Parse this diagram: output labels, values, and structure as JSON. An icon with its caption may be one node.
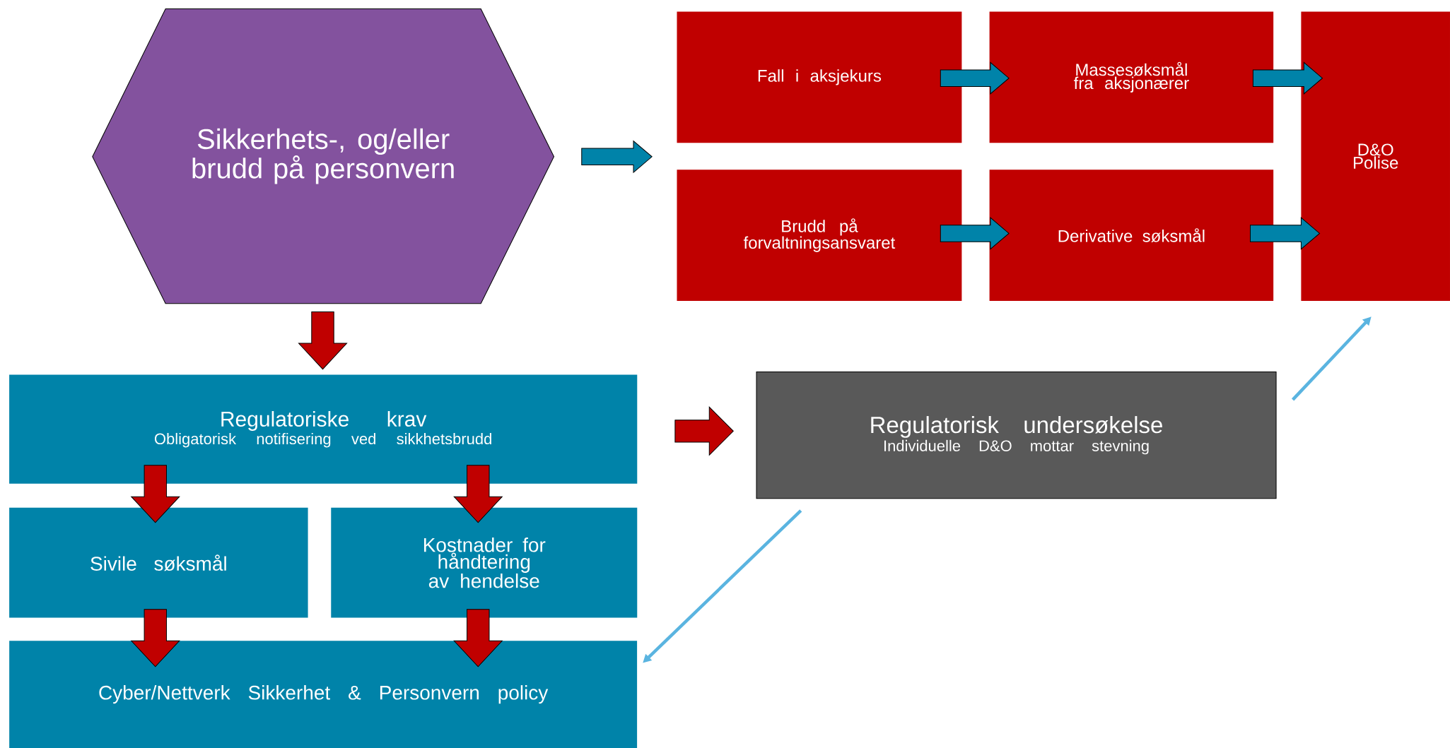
{
  "diagram": {
    "nodes": [
      {
        "text": [
          "Sikkerhets-, og/eller brudd på personvern"
        ]
      },
      {
        "text": [
          "Fall i aksjekurs"
        ]
      },
      {
        "text": [
          "Massesøksmål fra aksjonærer"
        ]
      },
      {
        "text": [
          "D&O Polise"
        ]
      },
      {
        "text": [
          "Brudd på forvaltningsansvaret"
        ]
      },
      {
        "text": [
          "Derivative søksmål"
        ]
      },
      {
        "text": [
          "Regulatoriske krav",
          "Obligatorisk notifisering ved sikkhetsbrudd"
        ]
      },
      {
        "text": [
          "Regulatorisk undersøkelse",
          "Individuelle D&O mottar stevning"
        ]
      },
      {
        "text": [
          "Sivile søksmål"
        ]
      },
      {
        "text": [
          "Kostnader for håndtering av hendelse"
        ]
      },
      {
        "text": [
          "Cyber/Nettverk Sikkerhet & Personvern policy"
        ]
      }
    ],
    "edges": [
      {
        "from": 0,
        "to": null,
        "arrow": "to",
        "style": "thick",
        "color": "#0083a9"
      },
      {
        "from": 1,
        "to": 2,
        "arrow": "to",
        "style": "thick",
        "color": "#0083a9"
      },
      {
        "from": 2,
        "to": 3,
        "arrow": "to",
        "style": "thick",
        "color": "#0083a9"
      },
      {
        "from": 4,
        "to": 5,
        "arrow": "to",
        "style": "thick",
        "color": "#0083a9"
      },
      {
        "from": 5,
        "to": 3,
        "arrow": "to",
        "style": "thick",
        "color": "#0083a9"
      },
      {
        "from": 0,
        "to": 6,
        "arrow": "to",
        "style": "thick"
      },
      {
        "from": 6,
        "to": 7,
        "arrow": "to",
        "style": "thick"
      },
      {
        "from": 6,
        "to": 8,
        "arrow": "to",
        "style": "thick"
      },
      {
        "from": 6,
        "to": 9,
        "arrow": "to",
        "style": "thick"
      },
      {
        "from": 8,
        "to": 10,
        "arrow": "to",
        "style": "thick"
      },
      {
        "from": 9,
        "to": 10,
        "arrow": "to",
        "style": "thick"
      },
      {
        "from": 7,
        "to": 3,
        "arrow": "to",
        "color": "#5ab4e0"
      },
      {
        "from": 7,
        "to": 10,
        "arrow": "to",
        "color": "#5ab4e0"
      }
    ]
  }
}
